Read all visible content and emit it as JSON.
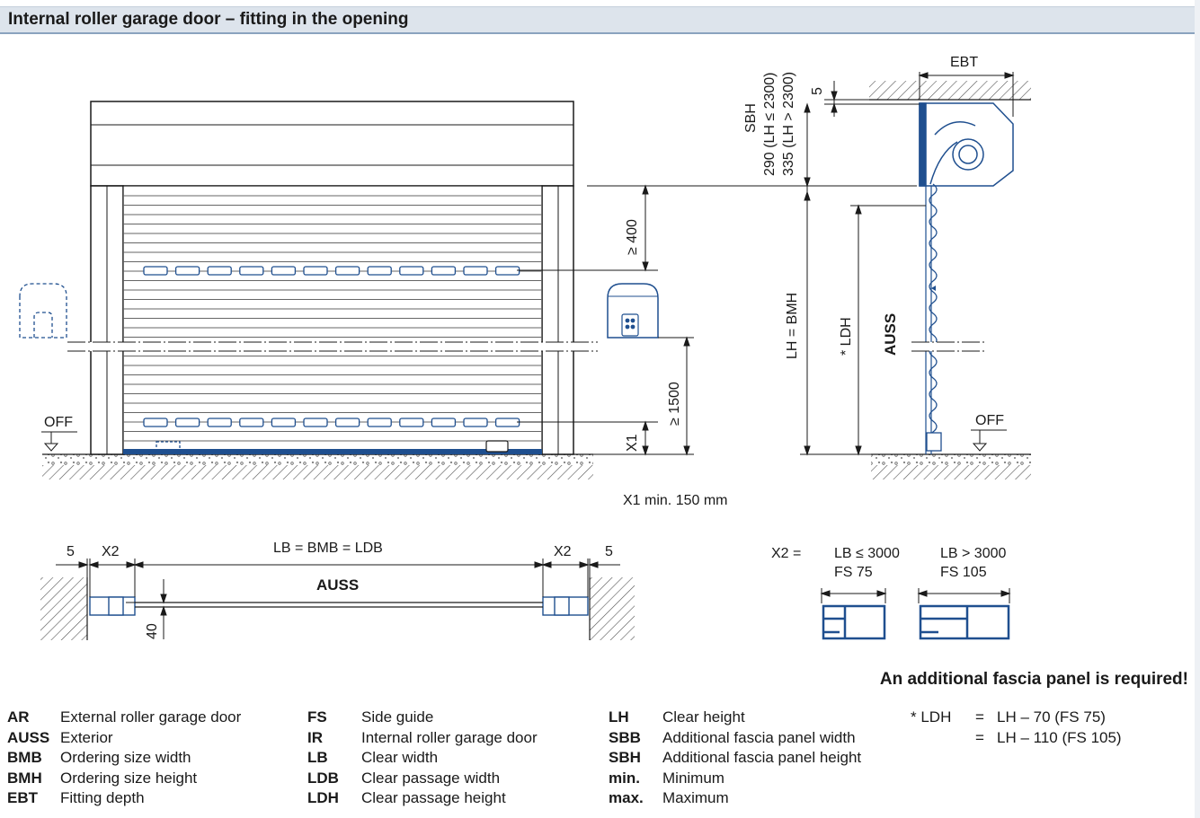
{
  "header": {
    "title": "Internal roller garage door – fitting in the opening"
  },
  "labels": {
    "off_left": "OFF",
    "off_right": "OFF",
    "ge400": "≥ 400",
    "ge1500": "≥ 1500",
    "x1": "X1",
    "x1_min": "X1 min. 150 mm",
    "ebt": "EBT",
    "five_top": "5",
    "sbh": "SBH",
    "sbh_290": "290 (LH ≤ 2300)",
    "sbh_335": "335 (LH > 2300)",
    "lh_bmh": "LH = BMH",
    "ldh": "* LDH",
    "auss_side": "AUSS",
    "plan_five_left": "5",
    "plan_x2_left": "X2",
    "plan_lb": "LB = BMB = LDB",
    "plan_x2_right": "X2",
    "plan_five_right": "5",
    "plan_auss": "AUSS",
    "plan_40": "40",
    "x2_eq": "X2 =",
    "x2_col1_a": "LB ≤ 3000",
    "x2_col1_b": "FS 75",
    "x2_col2_a": "LB > 3000",
    "x2_col2_b": "FS 105"
  },
  "note": "An additional fascia panel is required!",
  "legend": {
    "col1": [
      {
        "abbr": "AR",
        "text": "External roller garage door"
      },
      {
        "abbr": "AUSS",
        "text": "Exterior"
      },
      {
        "abbr": "BMB",
        "text": "Ordering size width"
      },
      {
        "abbr": "BMH",
        "text": "Ordering size height"
      },
      {
        "abbr": "EBT",
        "text": "Fitting depth"
      }
    ],
    "col2": [
      {
        "abbr": "FS",
        "text": "Side guide"
      },
      {
        "abbr": "IR",
        "text": "Internal roller garage door"
      },
      {
        "abbr": "LB",
        "text": "Clear width"
      },
      {
        "abbr": "LDB",
        "text": "Clear passage width"
      },
      {
        "abbr": "LDH",
        "text": "Clear passage height"
      }
    ],
    "col3": [
      {
        "abbr": "LH",
        "text": "Clear height"
      },
      {
        "abbr": "SBB",
        "text": "Additional fascia panel width"
      },
      {
        "abbr": "SBH",
        "text": "Additional fascia panel height"
      },
      {
        "abbr": "min.",
        "text": "Minimum"
      },
      {
        "abbr": "max.",
        "text": "Maximum"
      }
    ],
    "col4": [
      {
        "abbr": "* LDH",
        "eq": "=",
        "text": "LH – 70 (FS 75)"
      },
      {
        "abbr": "",
        "eq": "=",
        "text": "LH – 110 (FS 105)"
      }
    ]
  },
  "colors": {
    "accent": "#1f4f8f",
    "line": "#1a1a1a",
    "header_bg": "#dde4ec"
  }
}
